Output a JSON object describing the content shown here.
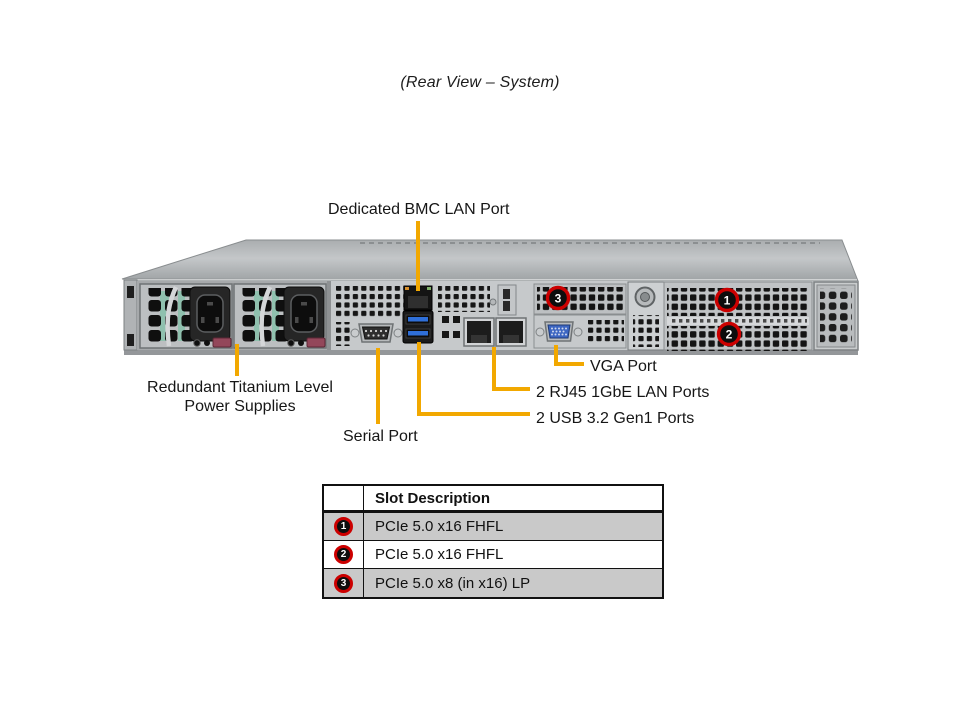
{
  "title": "(Rear View – System)",
  "callouts": {
    "bmc": "Dedicated BMC LAN Port",
    "psu_line1": "Redundant Titanium Level",
    "psu_line2": "Power Supplies",
    "serial": "Serial Port",
    "vga": "VGA Port",
    "lan": "2 RJ45 1GbE LAN Ports",
    "usb": "2 USB 3.2 Gen1 Ports"
  },
  "badges": {
    "s1": "1",
    "s2": "2",
    "s3": "3"
  },
  "slot_table": {
    "header": "Slot Description",
    "rows": [
      {
        "num": "1",
        "desc": "PCIe 5.0 x16 FHFL"
      },
      {
        "num": "2",
        "desc": "PCIe 5.0 x16 FHFL"
      },
      {
        "num": "3",
        "desc": "PCIe 5.0 x8 (in x16) LP"
      }
    ]
  },
  "colors": {
    "callout_line": "#F2A800",
    "badge_ring": "#CC0000",
    "badge_fill": "#0D0D0D",
    "table_row_shade": "#C9C9C9"
  }
}
